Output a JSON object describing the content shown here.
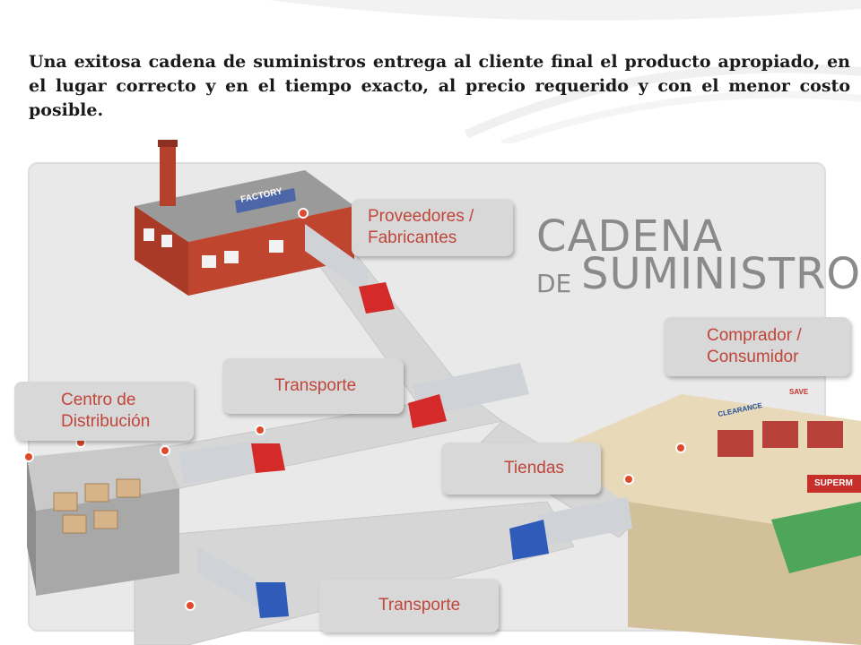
{
  "intro": {
    "text": "Una exitosa cadena de suministros entrega al cliente final el producto apropiado, en el lugar correcto y en el tiempo exacto, al precio requerido y con el menor costo posible",
    "period": "."
  },
  "title": {
    "line1": "CADENA",
    "prefix": "DE",
    "line2": "SUMINISTRO"
  },
  "stages": {
    "proveedores": [
      "Proveedores /",
      "Fabricantes"
    ],
    "transporte1": "Transporte",
    "centro": [
      "Centro de",
      "Distribución"
    ],
    "tiendas": "Tiendas",
    "comprador": [
      "Comprador /",
      "Consumidor"
    ],
    "transporte2": "Transporte"
  },
  "signs": {
    "factory": "FACTORY",
    "clearance": "CLEARANCE",
    "save": "SAVE",
    "supermarket": "SUPERM"
  },
  "colors": {
    "label_text": "#c0453a",
    "factory_brick": "#c0452e",
    "road": "#dcdcdc",
    "marker": "#e04a2c"
  }
}
